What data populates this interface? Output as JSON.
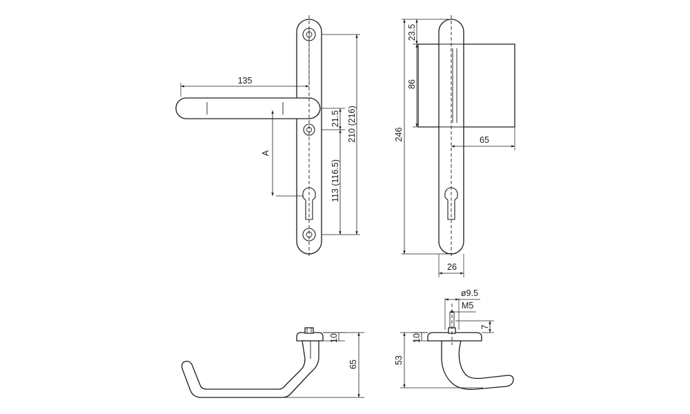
{
  "dimensions": {
    "handle_length": "135",
    "handle_to_spindle": "21.5",
    "overall_with_top": "210 (216)",
    "spindle_to_cylinder": "113 (116.5)",
    "backset_label": "A",
    "top_offset": "23.5",
    "lever_zone_height": "86",
    "plate_length": "246",
    "lever_projection": "65",
    "plate_width": "26",
    "boss_diameter": "ø9.5",
    "screw_thread": "M5",
    "boss_height": "7",
    "rose_thickness_front": "10",
    "projection_front": "65",
    "rose_thickness_side": "10",
    "height_side": "53"
  }
}
